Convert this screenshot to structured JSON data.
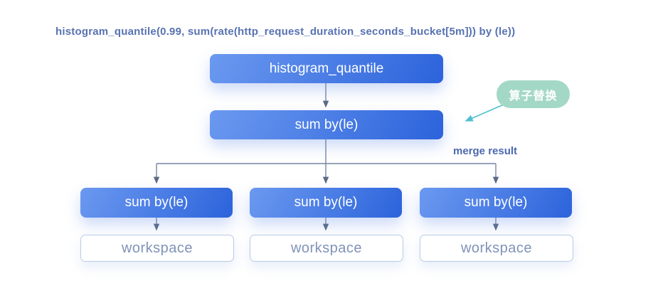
{
  "page": {
    "title": "histogram_quantile(0.99, sum(rate(http_request_duration_seconds_bucket[5m])) by (le))"
  },
  "diagram": {
    "root_node": {
      "label": "histogram_quantile"
    },
    "merge_node": {
      "label": "sum by(le)"
    },
    "badge": {
      "label": "算子替换"
    },
    "merge_label": "merge result",
    "branches": [
      {
        "operator": "sum by(le)",
        "target": "workspace"
      },
      {
        "operator": "sum by(le)",
        "target": "workspace"
      },
      {
        "operator": "sum by(le)",
        "target": "workspace"
      }
    ]
  },
  "colors": {
    "title_text": "#5873b2",
    "node_gradient_start": "#6b99f0",
    "node_gradient_end": "#2c63db",
    "node_text": "#ffffff",
    "workspace_border": "#b9cbe8",
    "workspace_text": "#8093b8",
    "connector": "#7487a1",
    "arrowhead": "#5a6b85",
    "badge_background": "#a3d8c6",
    "badge_text": "#ffffff",
    "badge_arrow": "#4fc0cf",
    "merge_label_text": "#4d68b0"
  }
}
